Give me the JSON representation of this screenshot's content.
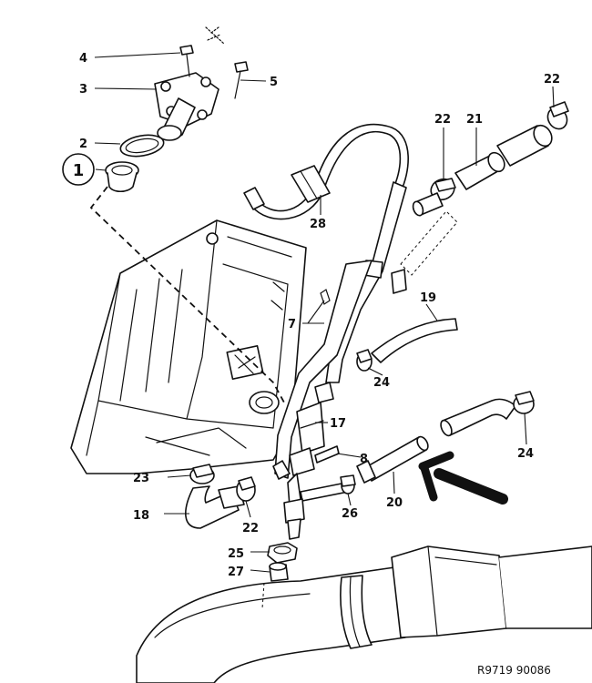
{
  "diagram": {
    "callouts": {
      "c1": "1",
      "c2": "2",
      "c3": "3",
      "c4": "4",
      "c5": "5",
      "c7": "7",
      "c8": "8",
      "c17": "17",
      "c18": "18",
      "c19": "19",
      "c20": "20",
      "c21": "21",
      "c22a": "22",
      "c22b": "22",
      "c22c": "22",
      "c23": "23",
      "c24a": "24",
      "c24b": "24",
      "c25": "25",
      "c26": "26",
      "c27": "27",
      "c28": "28"
    },
    "reference_code": "R9719 90086"
  }
}
